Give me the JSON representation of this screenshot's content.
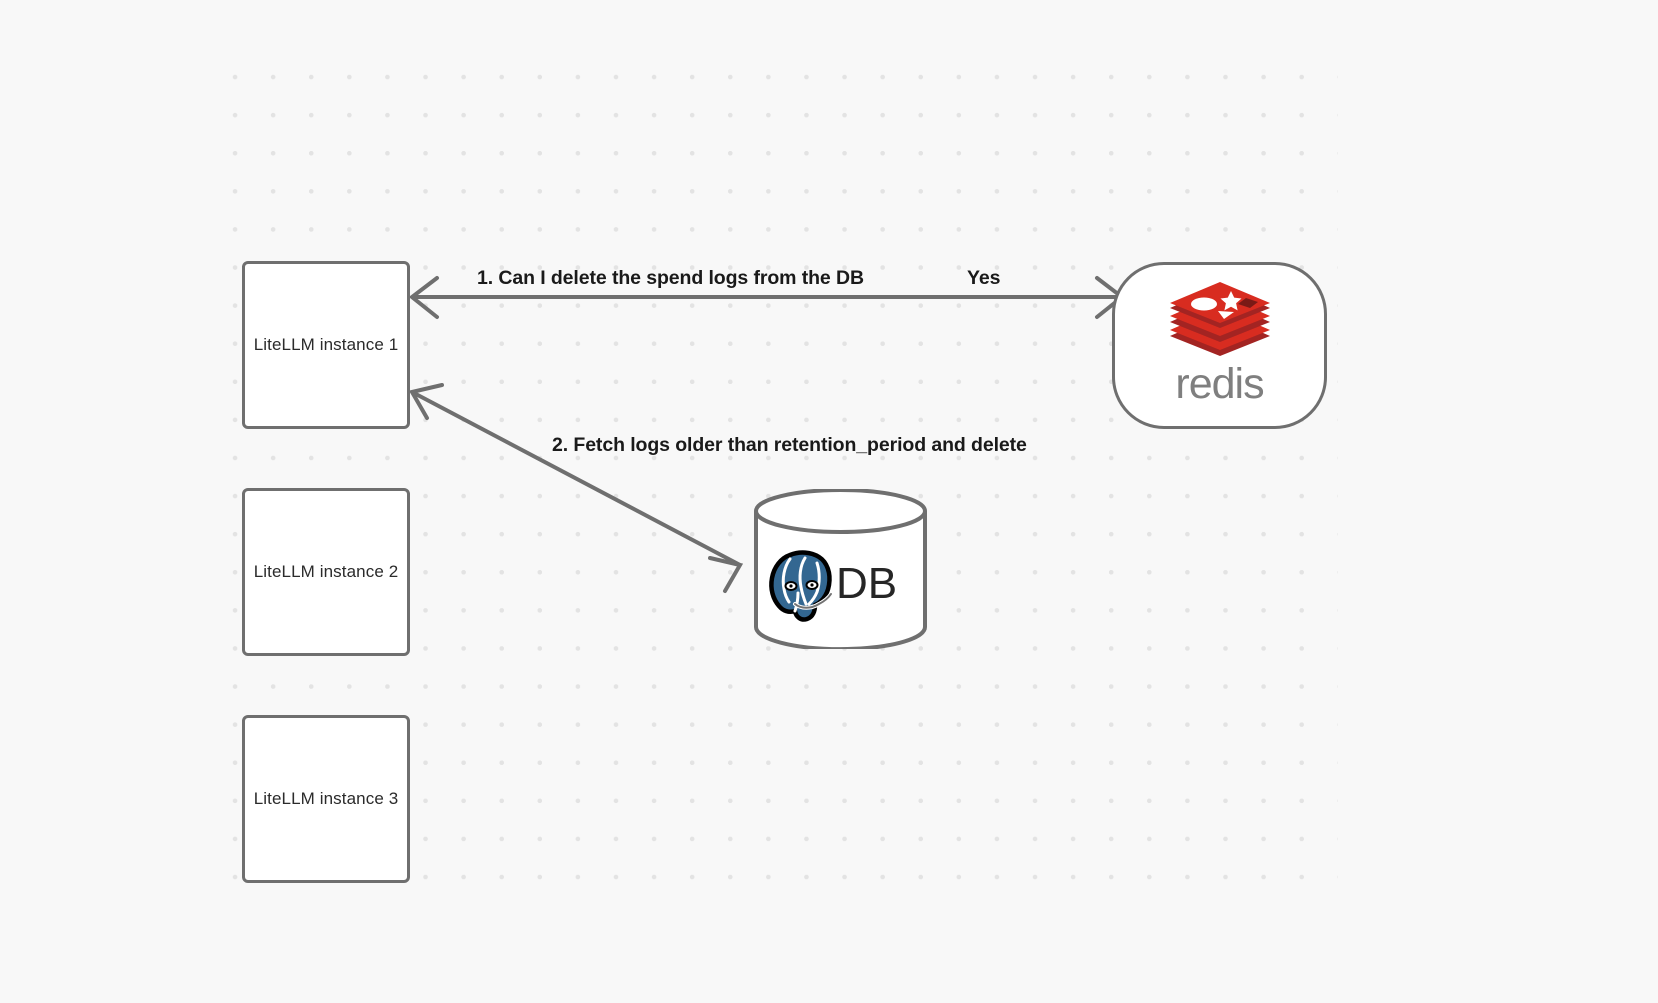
{
  "canvas": {
    "background_color": "#f8f8f8",
    "grid_dot_color": "#e3e3e3",
    "stroke_color": "#6f6f6f"
  },
  "nodes": [
    {
      "id": "litellm-1",
      "label": "LiteLLM instance 1",
      "type": "box"
    },
    {
      "id": "litellm-2",
      "label": "LiteLLM instance 2",
      "type": "box"
    },
    {
      "id": "litellm-3",
      "label": "LiteLLM instance 3",
      "type": "box"
    },
    {
      "id": "redis",
      "label": "redis",
      "type": "rounded-box",
      "icon": "redis-logo-icon",
      "brand_color": "#c6302b",
      "text_color": "#7a7a7a"
    },
    {
      "id": "database",
      "label": "DB",
      "type": "cylinder",
      "icon": "postgresql-elephant-icon",
      "brand_color": "#336791"
    }
  ],
  "edges": [
    {
      "id": "edge-1",
      "from": "litellm-1",
      "to": "redis",
      "arrowheads": "both",
      "label": "1.  Can I delete the spend logs from the DB",
      "reply_label": "Yes"
    },
    {
      "id": "edge-2",
      "from": "litellm-1",
      "to": "database",
      "arrowheads": "both",
      "label": "2.  Fetch logs older than retention_period and delete"
    }
  ]
}
